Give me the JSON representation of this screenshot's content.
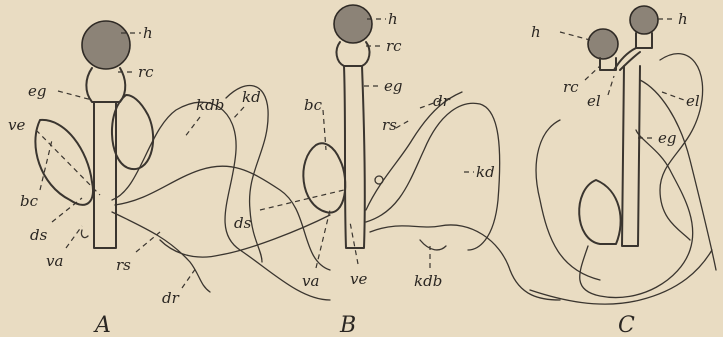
{
  "labels": {
    "h": "h",
    "rc": "rc",
    "eg": "eg",
    "ve": "ve",
    "bc": "bc",
    "ds": "ds",
    "va": "va",
    "rs": "rs",
    "dr": "dr",
    "kdb": "kdb",
    "kd": "kd",
    "el": "el"
  },
  "panels": {
    "a": "A",
    "b": "B",
    "c": "C"
  }
}
